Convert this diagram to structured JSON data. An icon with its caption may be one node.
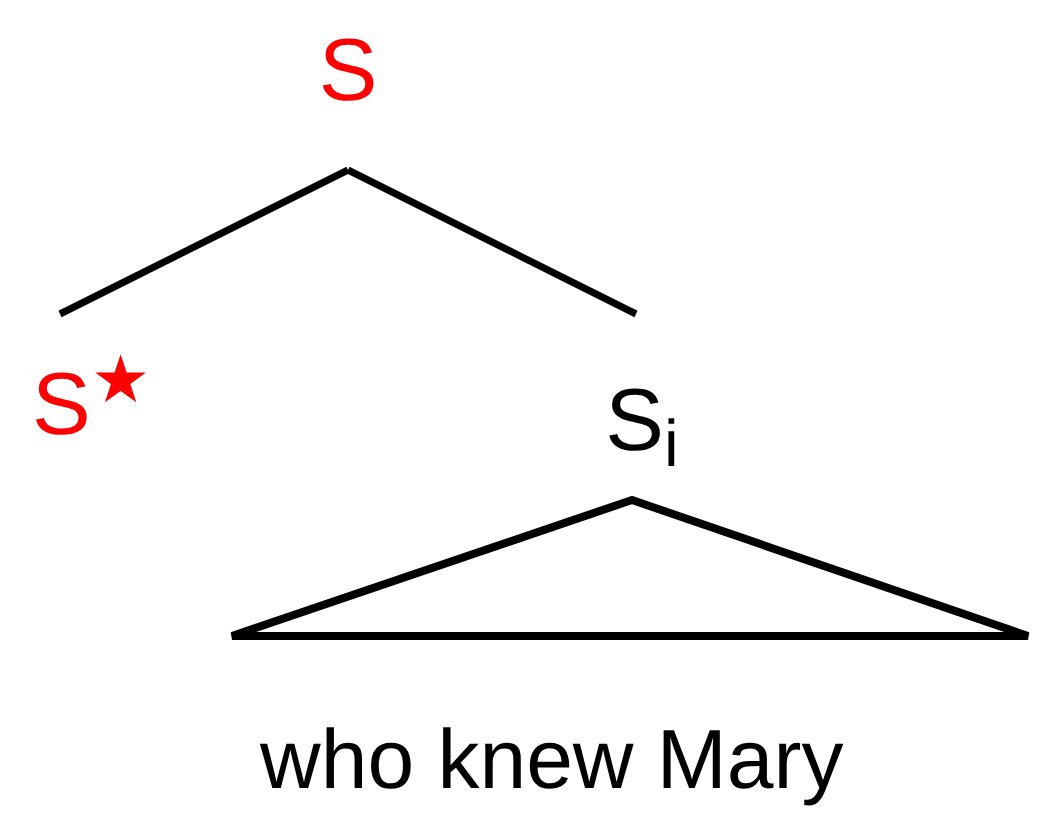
{
  "diagram": {
    "nodes": [
      {
        "text": [
          "S"
        ]
      },
      {
        "text": [
          "S$^{★}$"
        ]
      },
      {
        "text": [
          "S$_{i}$"
        ]
      },
      {
        "text": [
          "who knew Mary"
        ]
      }
    ],
    "edges": [
      {
        "from": 0,
        "to": 1,
        "arrow": "none"
      },
      {
        "from": 0,
        "to": 2,
        "arrow": "none"
      }
    ]
  }
}
